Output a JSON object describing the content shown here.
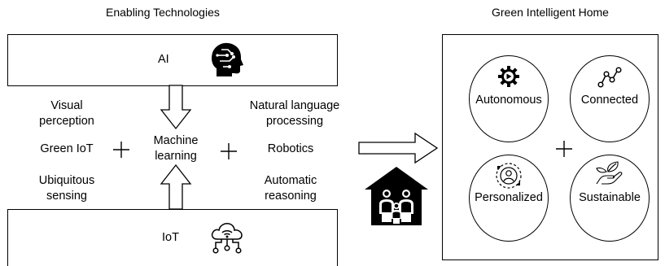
{
  "left_title": "Enabling Technologies",
  "right_title": "Green Intelligent Home",
  "ai_box": {
    "label": "AI",
    "icon": "ai-head-icon"
  },
  "iot_box": {
    "label": "IoT",
    "icon": "cloud-network-icon"
  },
  "center_label": [
    "Machine",
    "learning"
  ],
  "left_items": {
    "visual": [
      "Visual",
      "perception"
    ],
    "green_iot": "Green IoT",
    "ubiquitous": [
      "Ubiquitous",
      "sensing"
    ]
  },
  "right_items": {
    "nlp": [
      "Natural language",
      "processing"
    ],
    "robotics": "Robotics",
    "reasoning": [
      "Automatic",
      "reasoning"
    ]
  },
  "home_icon": "family-home-icon",
  "properties": [
    {
      "label": "Autonomous",
      "icon": "gear-play-icon"
    },
    {
      "label": "Connected",
      "icon": "connected-nodes-icon"
    },
    {
      "label": "Personalized",
      "icon": "person-focus-icon"
    },
    {
      "label": "Sustainable",
      "icon": "hand-leaf-icon"
    }
  ],
  "plus_symbol": "+"
}
